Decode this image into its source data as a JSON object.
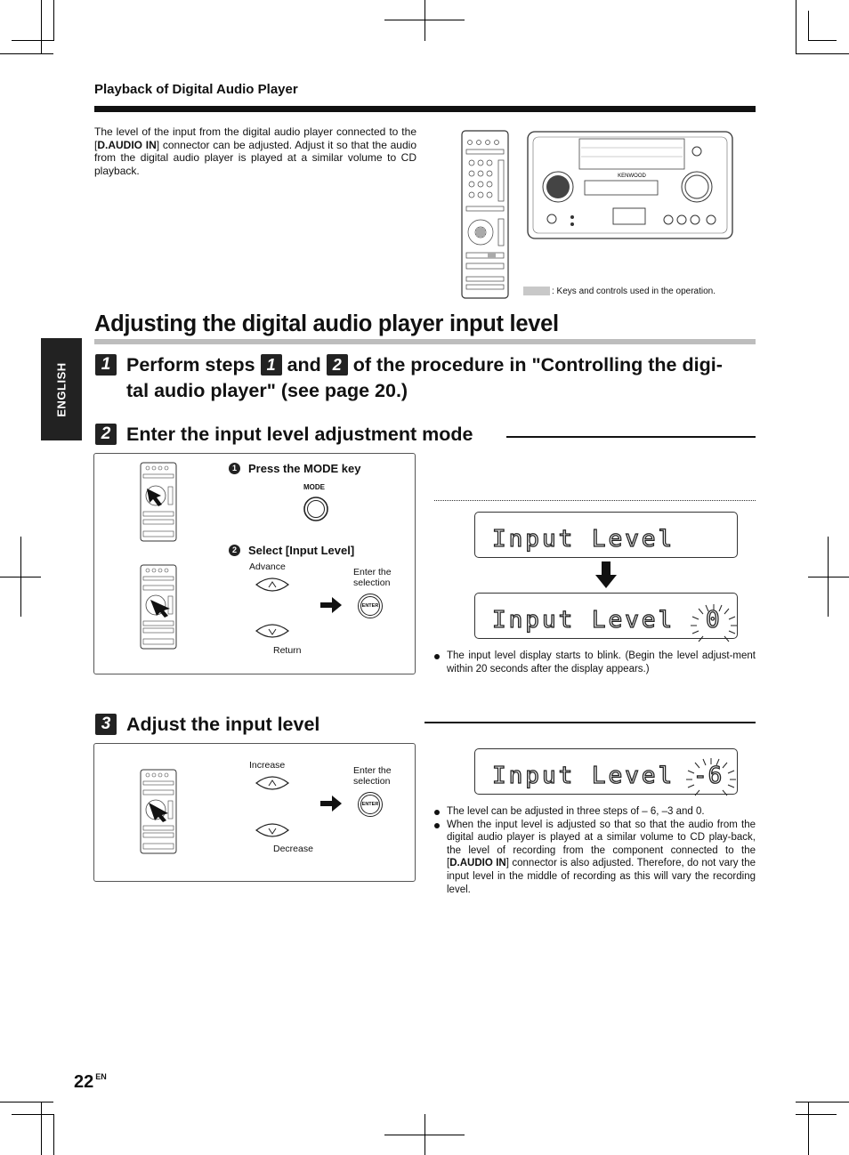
{
  "header": {
    "section": "Playback of Digital Audio Player"
  },
  "intro": {
    "text_before": "The level of the input from the digital audio player connected to the [",
    "connector": "D.AUDIO IN",
    "text_after": "] connector can be adjusted. Adjust it so that the audio from the digital audio player is played at a similar volume to CD playback."
  },
  "device": {
    "brand": "KENWOOD",
    "caption": ": Keys and controls used in the operation."
  },
  "title": "Adjusting the digital audio player input level",
  "step1": {
    "num": "1",
    "text_a": "Perform steps",
    "num_a": "1",
    "text_and": "and",
    "num_b": "2",
    "text_b": "of the procedure in \"Controlling the digi-",
    "text_c": "tal audio player\" (see page 20.)"
  },
  "step2": {
    "num": "2",
    "heading": "Enter the input level adjustment mode",
    "sub1_num": "1",
    "sub1_label": "Press the MODE key",
    "mode_key": "MODE",
    "sub2_num": "2",
    "sub2_label": "Select [Input Level]",
    "advance": "Advance",
    "return": "Return",
    "enter_sel": "Enter the selection",
    "enter_key": "ENTER",
    "lcd1": "Input Level",
    "lcd2": "Input Level",
    "lcd2_value": "0",
    "note": "The input level display starts to blink. (Begin the level adjust-ment within 20 seconds after the display appears.)"
  },
  "step3": {
    "num": "3",
    "heading": "Adjust the input level",
    "increase": "Increase",
    "decrease": "Decrease",
    "enter_sel": "Enter the selection",
    "enter_key": "ENTER",
    "lcd": "Input Level",
    "lcd_value": "-6",
    "note1": "The level can be adjusted in three steps of – 6, –3 and 0.",
    "note2_before": "When the input level is adjusted so that so that the audio from the digital audio player is played at a similar volume to CD play-back, the level of recording from the component connected to the [",
    "note2_connector": "D.AUDIO IN",
    "note2_after": "] connector is also adjusted. Therefore, do not vary the input level in the middle of recording as this will vary the recording level."
  },
  "sidetab": "ENGLISH",
  "page": {
    "number": "22",
    "suffix": "EN"
  }
}
